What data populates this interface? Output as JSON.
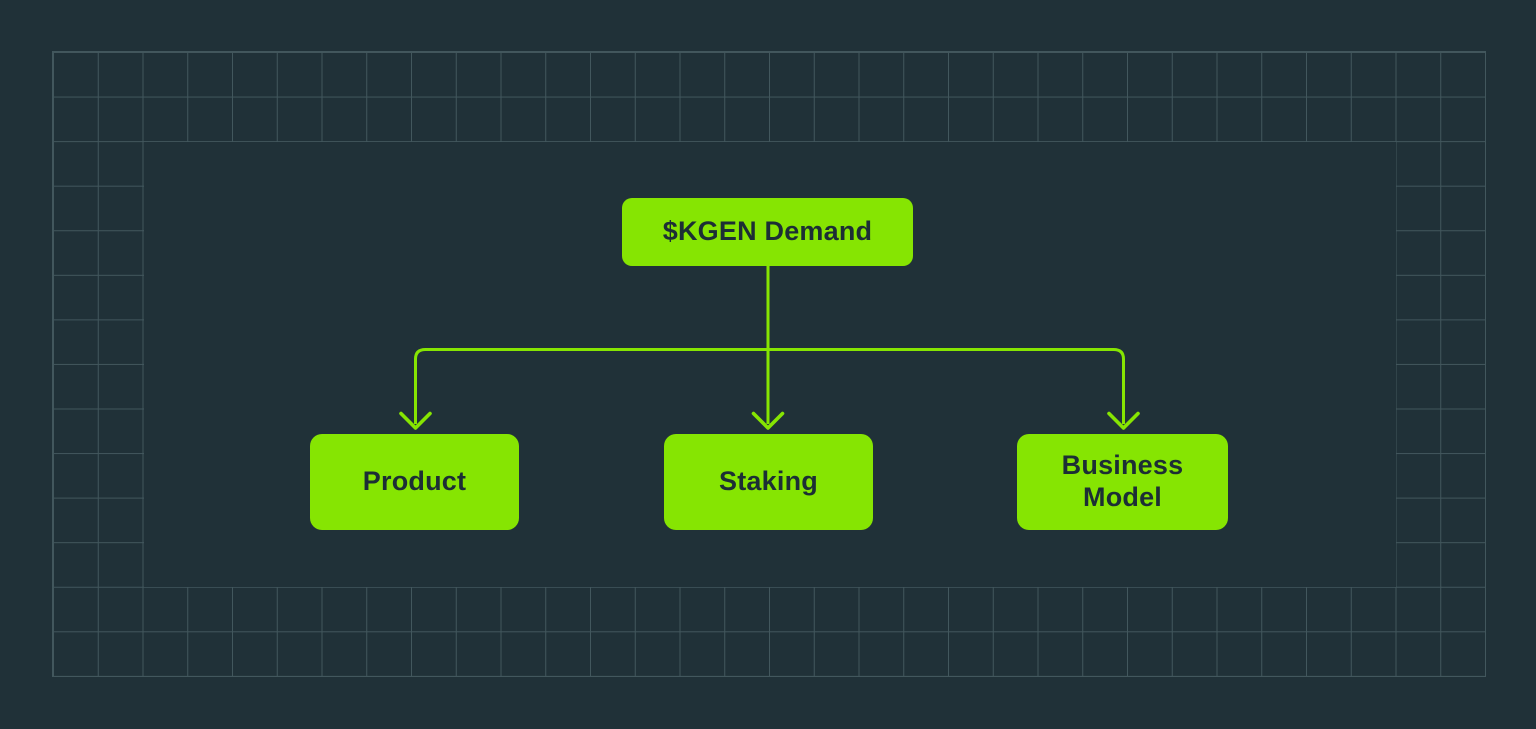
{
  "colors": {
    "background": "#203138",
    "accent_green": "#86E502",
    "node_text": "#1C2E35",
    "grid_line": "#42575D"
  },
  "diagram": {
    "type": "tree",
    "root": {
      "label": "$KGEN Demand"
    },
    "children": [
      {
        "label": "Product"
      },
      {
        "label": "Staking"
      },
      {
        "label": "Business Model"
      }
    ]
  }
}
